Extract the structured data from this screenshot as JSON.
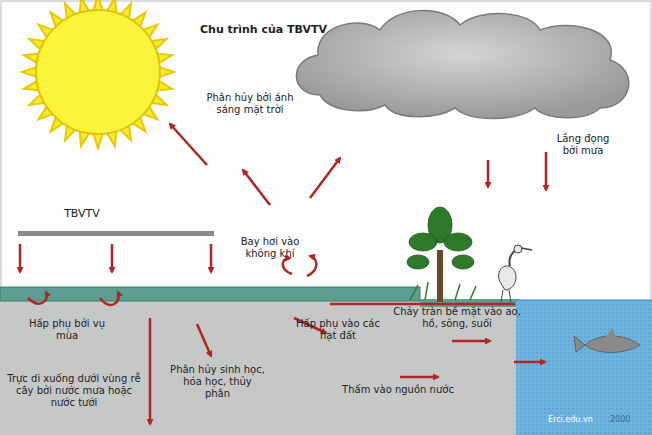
{
  "diagram": {
    "title": "Chu trình của TBVTV",
    "labels": [
      "Phân hủy bởi ánh sáng mặt trời",
      "Lắng đọng bởi mưa",
      "TBVTV",
      "Bay hơi vào không khí",
      "Hấp phụ bởi vụ mùa",
      "Hấp phụ vào các hạt đất",
      "Chảy tràn bề mặt vào ao, hồ, sông, suối",
      "Trực di xuống dưới vùng rễ cây bởi nước mưa hoặc nước tưới",
      "Phân hủy sinh học, hóa học, thủy phân",
      "Thấm vào nguồn nước",
      "Erci.edu.vn",
      "2000"
    ]
  }
}
